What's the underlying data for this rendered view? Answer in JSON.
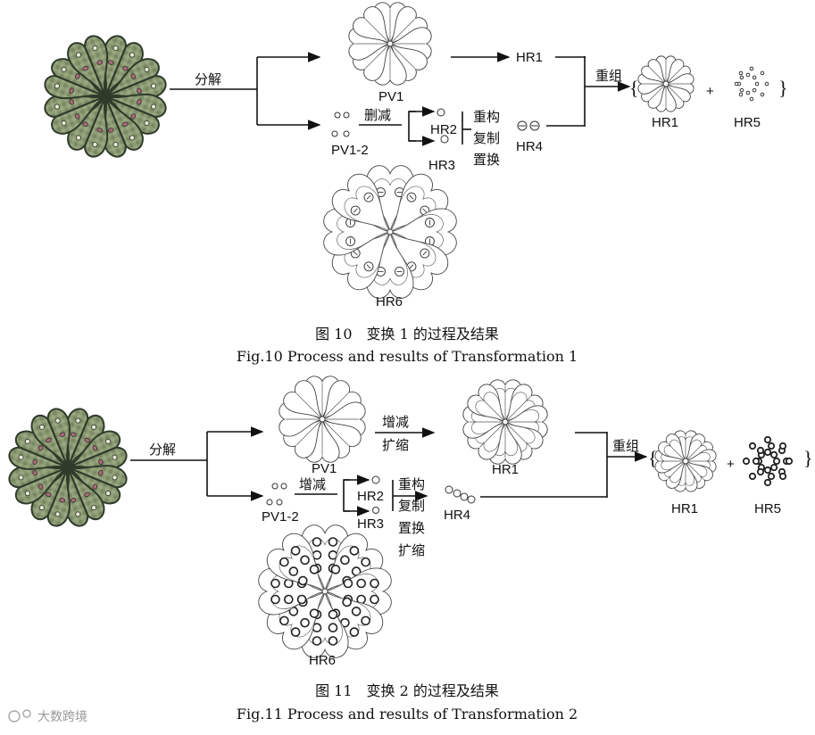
{
  "figure10": {
    "step_decompose": "分解",
    "node_pv1": "PV1",
    "node_pv1_2": "PV1-2",
    "step_delete": "删减",
    "node_hr2": "HR2",
    "node_hr3": "HR3",
    "ops": [
      "重构",
      "复制",
      "置换"
    ],
    "node_hr4": "HR4",
    "node_hr1": "HR1",
    "step_recombine": "重组",
    "result_hr1": "HR1",
    "plus": "+",
    "result_hr5": "HR5",
    "brace_open": "{",
    "brace_close": "}",
    "node_hr6": "HR6",
    "caption_cn": "图 10　变换 1 的过程及结果",
    "caption_en": "Fig.10 Process and results of Transformation 1"
  },
  "figure11": {
    "step_decompose": "分解",
    "node_pv1": "PV1",
    "step_increase_expand": [
      "增减",
      "扩缩"
    ],
    "node_hr1": "HR1",
    "node_pv1_2": "PV1-2",
    "step_increase": "增减",
    "node_hr2": "HR2",
    "node_hr3": "HR3",
    "ops": [
      "重构",
      "复制",
      "置换",
      "扩缩"
    ],
    "node_hr4": "HR4",
    "step_recombine": "重组",
    "result_hr1": "HR1",
    "plus": "+",
    "result_hr5": "HR5",
    "brace_open": "{",
    "brace_close": "}",
    "node_hr6": "HR6",
    "caption_cn": "图 11　变换 2 的过程及结果",
    "caption_en": "Fig.11 Process and results of Transformation 2"
  },
  "watermark": "大数跨境",
  "colors": {
    "fabric_green": "#8c9b73",
    "fabric_dark": "#2e3a2a",
    "fabric_pink": "#a86b7a",
    "line": "#111111"
  }
}
